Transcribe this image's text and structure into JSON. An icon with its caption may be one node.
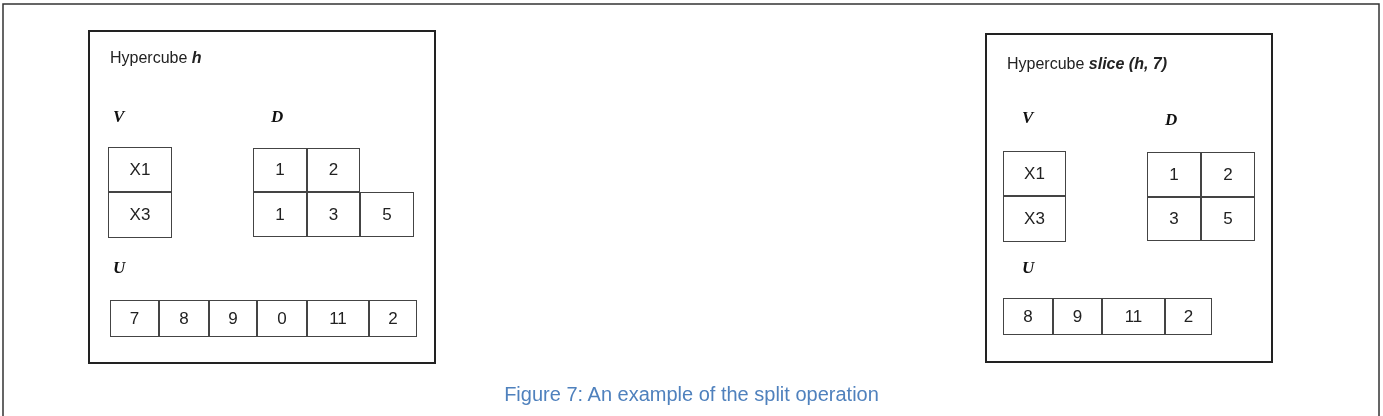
{
  "diagram": {
    "caption": "Figure 7: An example of the split operation",
    "nodes": [
      {
        "text": [
          "Hypercube **h**",
          "V",
          "D",
          "U"
        ]
      },
      {
        "text": [
          "X1"
        ],
        "in": 0
      },
      {
        "text": [
          "1"
        ],
        "in": 0
      },
      {
        "text": [
          "2"
        ],
        "in": 0
      },
      {
        "text": [
          "X3"
        ],
        "in": 0
      },
      {
        "text": [
          "1"
        ],
        "in": 0
      },
      {
        "text": [
          "3"
        ],
        "in": 0
      },
      {
        "text": [
          "5"
        ],
        "in": 0
      },
      {
        "text": [
          "7"
        ],
        "in": 0
      },
      {
        "text": [
          "8"
        ],
        "in": 0
      },
      {
        "text": [
          "9"
        ],
        "in": 0
      },
      {
        "text": [
          "0"
        ],
        "in": 0
      },
      {
        "text": [
          "11"
        ],
        "in": 0
      },
      {
        "text": [
          "2"
        ],
        "in": 0
      },
      {
        "text": [
          "Hypercube **slice (h, 7)**",
          "V",
          "D",
          "U"
        ]
      },
      {
        "text": [
          "X1"
        ],
        "in": 14
      },
      {
        "text": [
          "1"
        ],
        "in": 14
      },
      {
        "text": [
          "2"
        ],
        "in": 14
      },
      {
        "text": [
          "X3"
        ],
        "in": 14
      },
      {
        "text": [
          "3"
        ],
        "in": 14
      },
      {
        "text": [
          "5"
        ],
        "in": 14
      },
      {
        "text": [
          "8"
        ],
        "in": 14
      },
      {
        "text": [
          "9"
        ],
        "in": 14
      },
      {
        "text": [
          "11"
        ],
        "in": 14
      },
      {
        "text": [
          "2"
        ],
        "in": 14
      }
    ],
    "edges": []
  }
}
